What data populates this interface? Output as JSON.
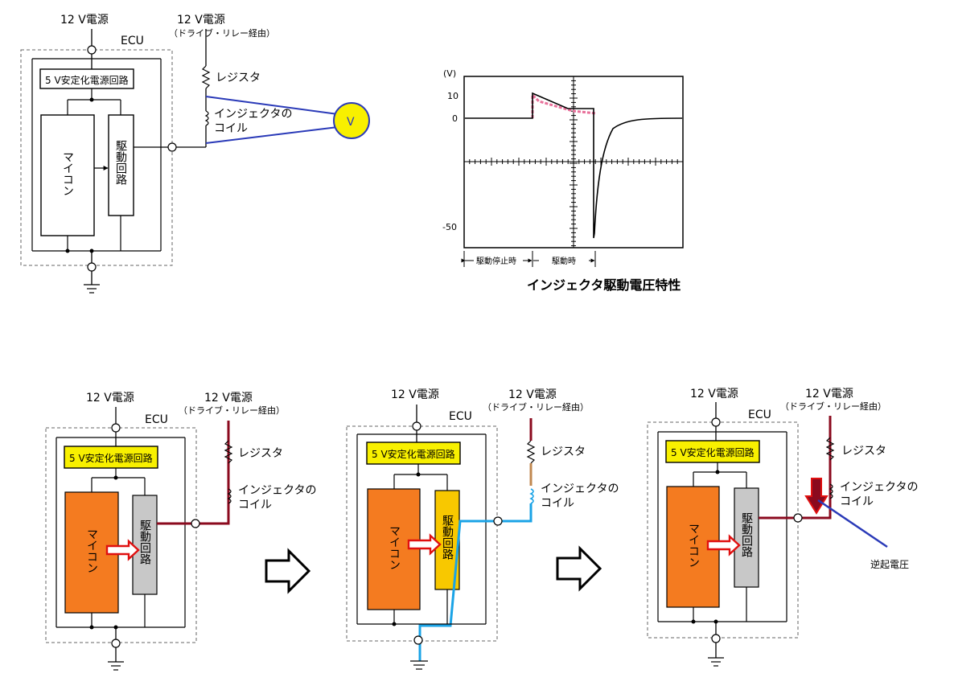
{
  "labels": {
    "supply_12v": "12 V電源",
    "supply_12v_relay": "12 V電源",
    "relay_note": "（ドライブ・リレー経由）",
    "ecu": "ECU",
    "regulator": "5 V安定化電源回路",
    "microcomputer": "マイコン",
    "driver": "駆動回路",
    "resistor": "レジスタ",
    "injector_coil_1": "インジェクタの",
    "injector_coil_2": "コイル",
    "voltmeter": "V",
    "back_emf": "逆起電圧"
  },
  "waveform": {
    "title": "インジェクタ駆動電圧特性",
    "y_unit": "(V)",
    "y_ticks": [
      "10",
      "0",
      "-50"
    ],
    "drive_off_label": "駆動停止時",
    "drive_on_label": "駆動時"
  },
  "colors": {
    "wire": "#8b0a1e",
    "current_path": "#1aa3e6",
    "microcomputer_fill": "#f47b20",
    "driver_fill_off": "#c8c8c8",
    "driver_fill_on": "#f8c800",
    "regulator_fill": "#f8f000",
    "voltmeter_fill": "#f8f000",
    "probe": "#2a3ab8",
    "arrow": "#e01010",
    "pink_trace": "#e8709a"
  }
}
